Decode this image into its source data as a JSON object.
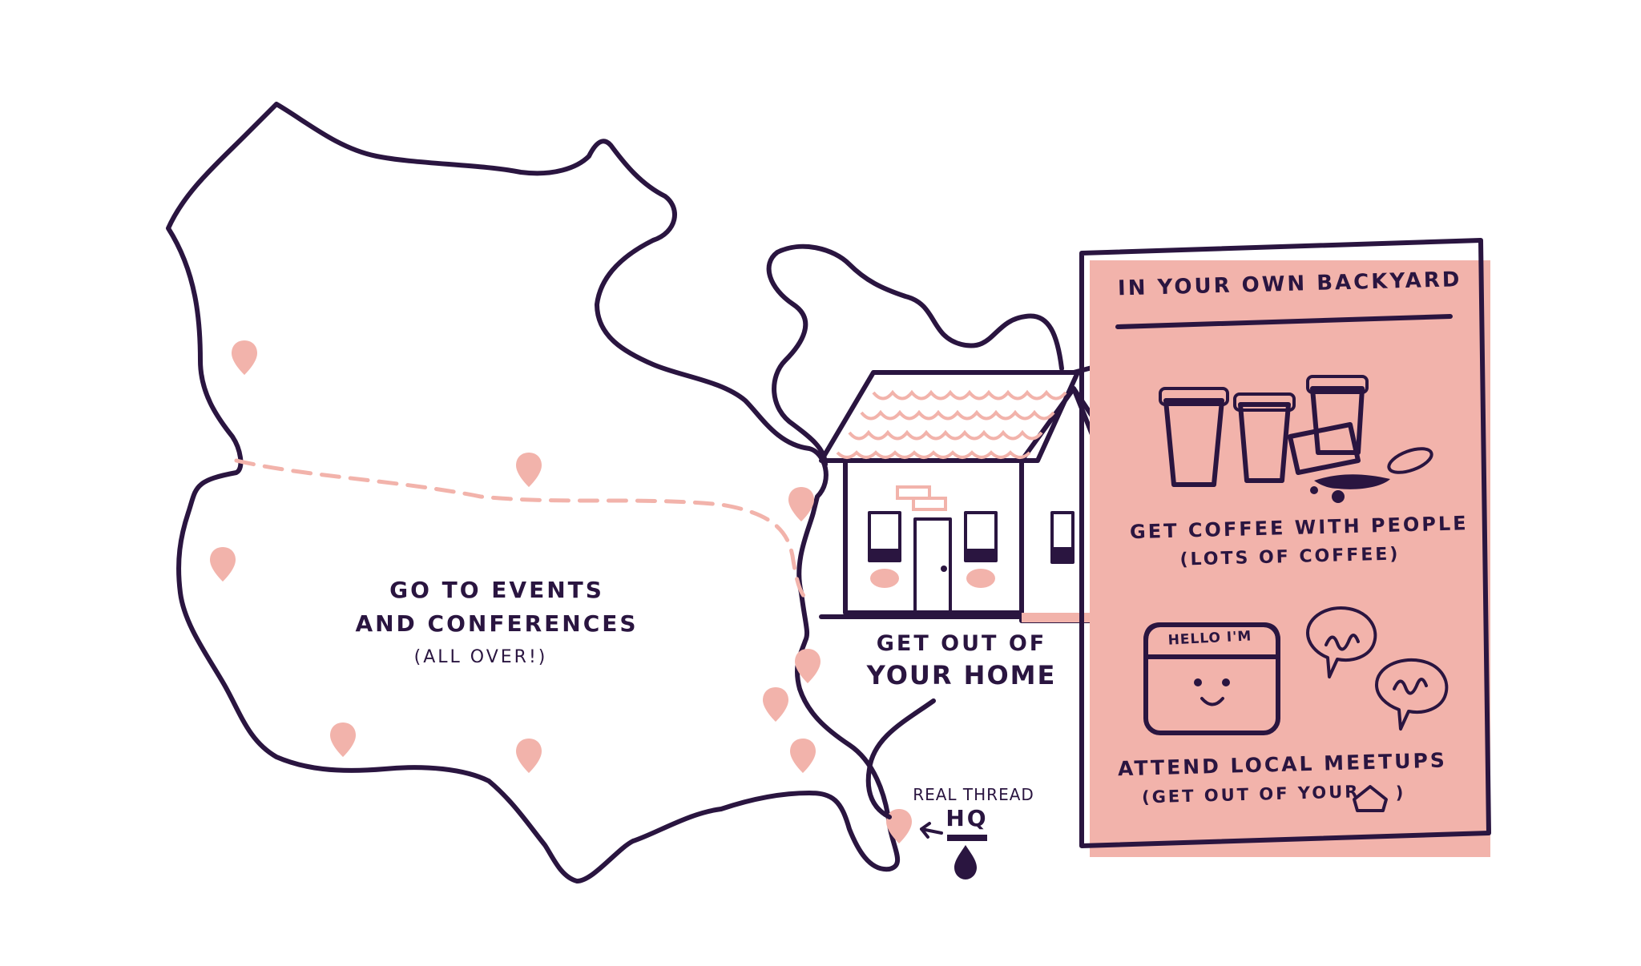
{
  "map": {
    "line1": "GO TO EVENTS",
    "line2": "AND CONFERENCES",
    "line3": "(ALL OVER!)"
  },
  "house": {
    "line1": "GET OUT OF",
    "line2": "YOUR HOME"
  },
  "hq": {
    "line1": "REAL THREAD",
    "line2": "HQ"
  },
  "card": {
    "title": "IN YOUR OWN BACKYARD",
    "coffee_line1": "GET COFFEE WITH PEOPLE",
    "coffee_line2": "(LOTS OF COFFEE)",
    "badge_text": "HELLO I'M",
    "meetups_line1": "ATTEND LOCAL MEETUPS",
    "meetups_line2": "(GET OUT OF YOUR",
    "meetups_line2_end": ")"
  },
  "colors": {
    "ink": "#2a1540",
    "pink": "#f2b3ab",
    "pink_dark": "#e8a49c"
  }
}
